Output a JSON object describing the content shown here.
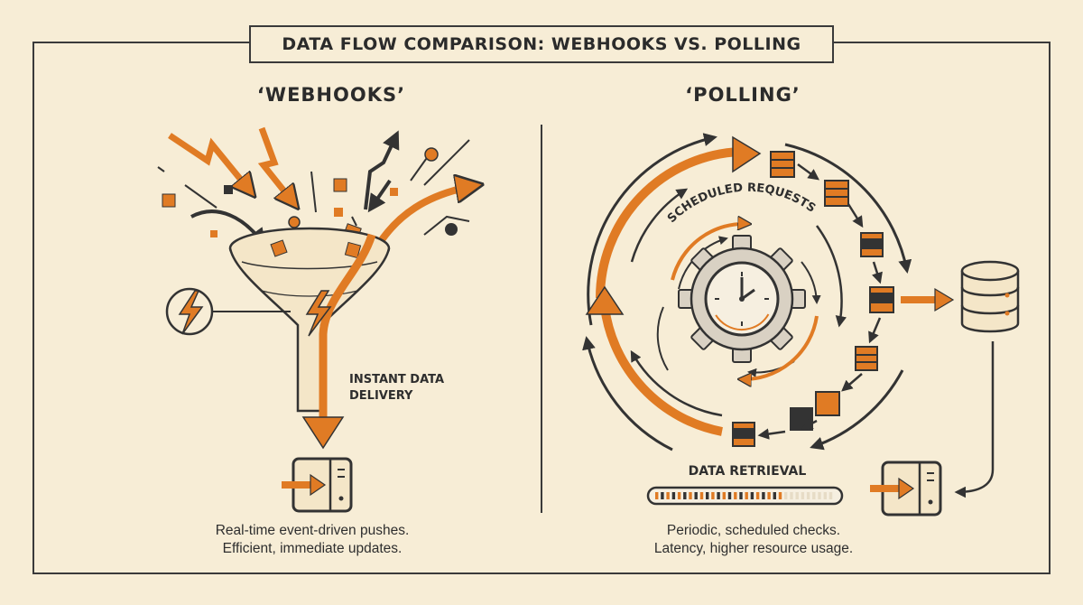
{
  "title": "DATA FLOW COMPARISON: WEBHOOKS VS. POLLING",
  "colors": {
    "accent": "#e07b24",
    "ink": "#333333",
    "background": "#f7edd6",
    "gear": "#d9d1c3"
  },
  "webhooks": {
    "heading": "‘WEBHOOKS’",
    "funnel_label_line1": "INSTANT DATA",
    "funnel_label_line2": "DELIVERY",
    "caption_line1": "Real-time event-driven pushes.",
    "caption_line2": "Efficient, immediate updates."
  },
  "polling": {
    "heading": "‘POLLING’",
    "cycle_label": "SCHEDULED REQUESTS",
    "retrieval_label": "DATA RETRIEVAL",
    "progress": 0.72,
    "caption_line1": "Periodic, scheduled checks.",
    "caption_line2": "Latency, higher resource usage."
  },
  "icons": [
    "lightning-icon",
    "funnel-icon",
    "server-inbox-icon",
    "gear-clock-icon",
    "database-icon",
    "data-packet-icon"
  ]
}
